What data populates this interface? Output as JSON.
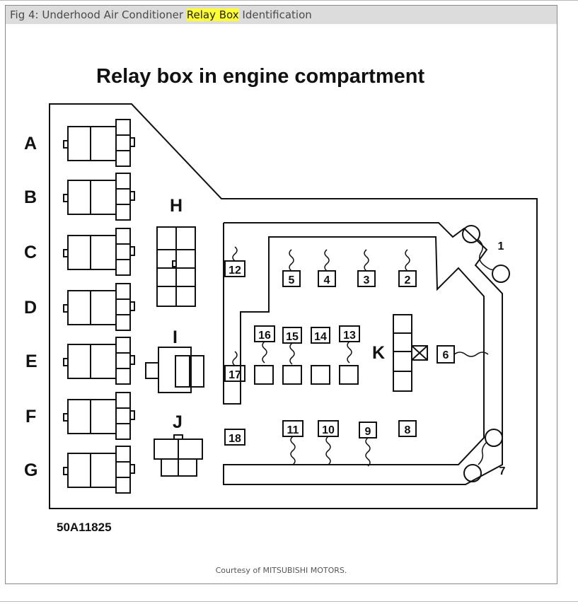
{
  "caption": {
    "prefix": "Fig 4: Underhood Air Conditioner ",
    "highlight": "Relay Box",
    "suffix": " Identification"
  },
  "diagram": {
    "title": "Relay box in engine compartment",
    "code": "50A11825",
    "relay_letters": [
      "A",
      "B",
      "C",
      "D",
      "E",
      "F",
      "G",
      "H",
      "I",
      "J",
      "K"
    ],
    "numbers": [
      "1",
      "2",
      "3",
      "4",
      "5",
      "6",
      "7",
      "8",
      "9",
      "10",
      "11",
      "12",
      "13",
      "14",
      "15",
      "16",
      "17",
      "18"
    ]
  },
  "courtesy": "Courtesy of MITSUBISHI MOTORS."
}
